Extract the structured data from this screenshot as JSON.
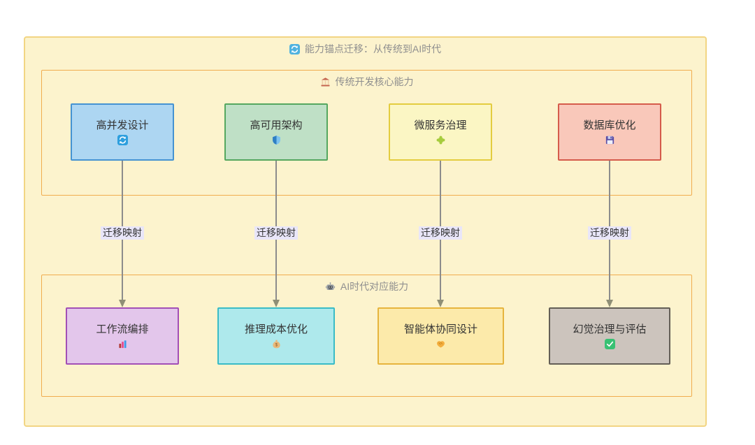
{
  "page": {
    "background": "#FFFFFF"
  },
  "diagram": {
    "title": {
      "text": "能力锚点迁移：从传统到AI时代",
      "icon": "refresh-icon"
    },
    "colors": {
      "container_fill": "#FCF3CD",
      "outer_border": "#F2D583",
      "section_border": "#F0AC4E",
      "section_title_text": "#8F8F8F",
      "node_text": "#333333",
      "edge_line": "#8C8C8C",
      "arrowhead": "#8F8F76",
      "edge_label_bg": "#E9E6F9",
      "edge_label_text": "#333333"
    },
    "clusters": [
      {
        "title": "传统开发核心能力",
        "icon": "classical-building-icon",
        "nodes": [
          {
            "label": "高并发设计",
            "icon": "refresh-icon",
            "fill": "#ADD6F2",
            "border": "#4593D2"
          },
          {
            "label": "高可用架构",
            "icon": "shield-icon",
            "fill": "#BFE0C6",
            "border": "#55A75F"
          },
          {
            "label": "微服务治理",
            "icon": "puzzle-piece-icon",
            "fill": "#FBF6C4",
            "border": "#E3CC3F"
          },
          {
            "label": "数据库优化",
            "icon": "floppy-disk-icon",
            "fill": "#F9C8BA",
            "border": "#D55B4B"
          }
        ]
      },
      {
        "title": "AI时代对应能力",
        "icon": "robot-icon",
        "nodes": [
          {
            "label": "工作流编排",
            "icon": "bar-chart-icon",
            "fill": "#E3C6EB",
            "border": "#A24FB6"
          },
          {
            "label": "推理成本优化",
            "icon": "money-bag-icon",
            "fill": "#AEE9EC",
            "border": "#39BBC6"
          },
          {
            "label": "智能体协同设计",
            "icon": "handshake-icon",
            "fill": "#FCEAAA",
            "border": "#E6B43D"
          },
          {
            "label": "幻觉治理与评估",
            "icon": "check-mark-icon",
            "fill": "#CCC4BD",
            "border": "#635E56"
          }
        ]
      }
    ],
    "edges": [
      {
        "label": "迁移映射"
      },
      {
        "label": "迁移映射"
      },
      {
        "label": "迁移映射"
      },
      {
        "label": "迁移映射"
      }
    ]
  }
}
